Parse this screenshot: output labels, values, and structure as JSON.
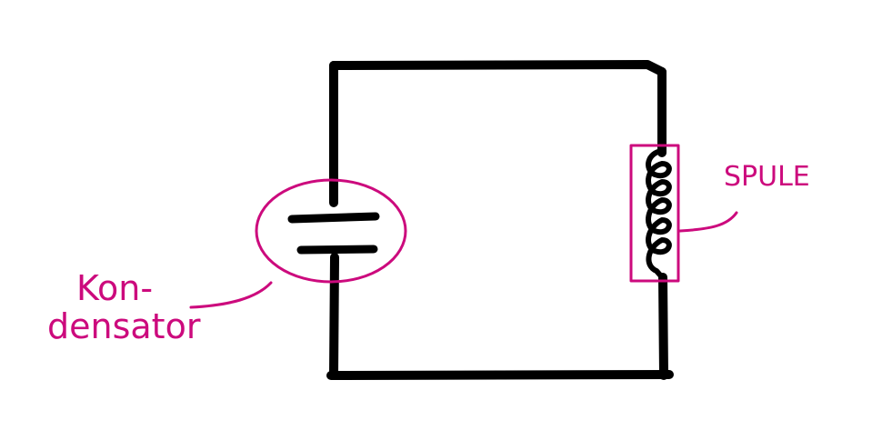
{
  "colors": {
    "wire": "#000000",
    "annotation": "#cc0a7d",
    "background": "#ffffff"
  },
  "labels": {
    "capacitor": {
      "line1": "Kon-",
      "line2": "densator"
    },
    "coil": "SPULE"
  }
}
